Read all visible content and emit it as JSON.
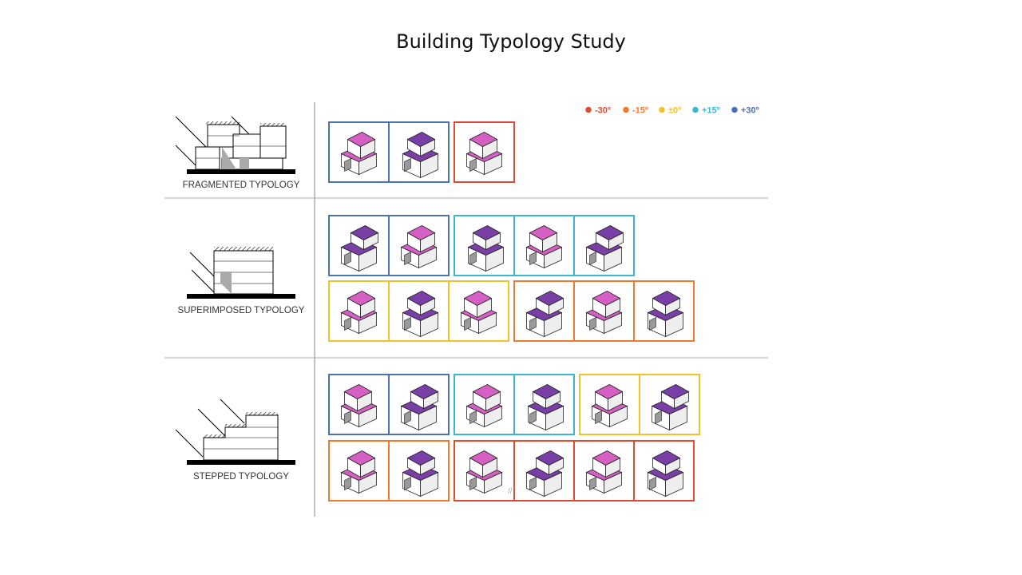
{
  "title": "Building Typology Study",
  "legend": [
    {
      "label": "-30º",
      "color": "#e04b33"
    },
    {
      "label": "-15º",
      "color": "#ee7a2e"
    },
    {
      "label": "±0º",
      "color": "#f2c12e"
    },
    {
      "label": "+15º",
      "color": "#3bb8cf"
    },
    {
      "label": "+30º",
      "color": "#4a72b5"
    }
  ],
  "colors": {
    "frame": "#888888",
    "ground": "#000000",
    "roof_light": "#d65fc4",
    "roof_dark": "#7a3fa6",
    "wall": "#ffffff",
    "shadow": "#9a9a9a"
  },
  "sections": [
    {
      "label": "FRAGMENTED TYPOLOGY",
      "icon": "fragmented-section-icon",
      "rows": [
        [
          {
            "color_index": 4,
            "count": 2
          },
          {
            "color_index": 0,
            "count": 1
          }
        ]
      ]
    },
    {
      "label": "SUPERIMPOSED TYPOLOGY",
      "icon": "superimposed-section-icon",
      "rows": [
        [
          {
            "color_index": 4,
            "count": 2
          },
          {
            "color_index": 3,
            "count": 3
          }
        ],
        [
          {
            "color_index": 2,
            "count": 3
          },
          {
            "color_index": 1,
            "count": 3
          }
        ]
      ]
    },
    {
      "label": "STEPPED TYPOLOGY",
      "icon": "stepped-section-icon",
      "rows": [
        [
          {
            "color_index": 4,
            "count": 2
          },
          {
            "color_index": 3,
            "count": 2
          },
          {
            "color_index": 2,
            "count": 2
          }
        ],
        [
          {
            "color_index": 1,
            "count": 2
          },
          {
            "color_index": 0,
            "count": 4
          }
        ]
      ]
    }
  ],
  "stamp": "//"
}
